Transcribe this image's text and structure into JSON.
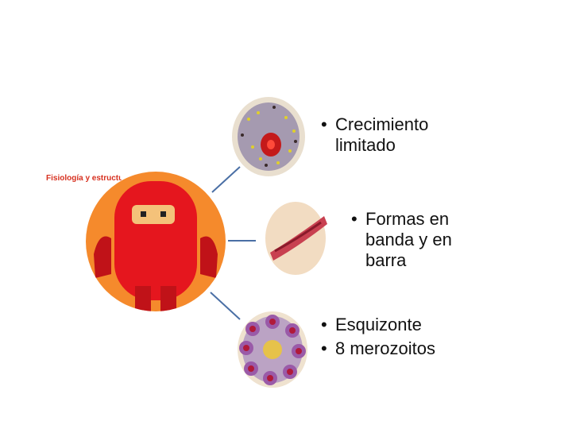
{
  "slide": {
    "logo": {
      "text": "Fisiología y estructura",
      "icon": "red-monster-mascot-icon",
      "bg_color": "#f58a2c",
      "body_color": "#e5161e"
    },
    "stages": [
      {
        "icon": "trophozoite-cell-icon",
        "bullets": [
          "Crecimiento limitado"
        ]
      },
      {
        "icon": "band-form-cell-icon",
        "bullets": [
          "Formas en banda y en barra"
        ]
      },
      {
        "icon": "schizont-cell-icon",
        "bullets": [
          "Esquizonte",
          "8 merozoitos"
        ]
      }
    ],
    "colors": {
      "connector": "#4a6fa5",
      "nucleus": "#c41a1a",
      "cytoplasm": "#a59ab0"
    }
  }
}
